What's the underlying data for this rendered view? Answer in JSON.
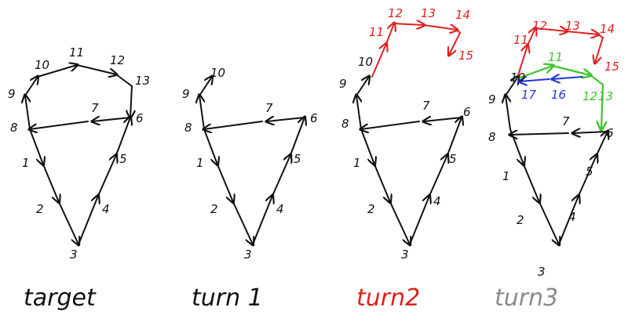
{
  "colors": {
    "black": "#111111",
    "red": "#e02020",
    "green": "#3cc42a",
    "blue": "#2233dd",
    "gray": "#8a8a8a"
  },
  "panels": [
    {
      "caption": "target",
      "caption_color": "black",
      "labels": [
        "1",
        "2",
        "3",
        "4",
        "5",
        "6",
        "7",
        "8",
        "9",
        "10",
        "11",
        "12",
        "13"
      ]
    },
    {
      "caption": "turn 1",
      "caption_color": "black",
      "labels": [
        "1",
        "2",
        "3",
        "4",
        "5",
        "6",
        "7",
        "8",
        "9",
        "10"
      ]
    },
    {
      "caption": "turn2",
      "caption_color": "red",
      "labels": [
        "1",
        "2",
        "3",
        "4",
        "5",
        "6",
        "7",
        "8",
        "9",
        "10"
      ],
      "red_labels": [
        "11",
        "12",
        "13",
        "14",
        "15"
      ]
    },
    {
      "caption": "turn3",
      "caption_color": "gray",
      "labels": [
        "1",
        "2",
        "3",
        "4",
        "5",
        "6",
        "7",
        "8",
        "9",
        "10"
      ],
      "red_labels": [
        "11",
        "12",
        "13",
        "14",
        "15"
      ],
      "green_labels": [
        "11",
        "12",
        "13"
      ],
      "blue_labels": [
        "16",
        "17"
      ]
    }
  ]
}
